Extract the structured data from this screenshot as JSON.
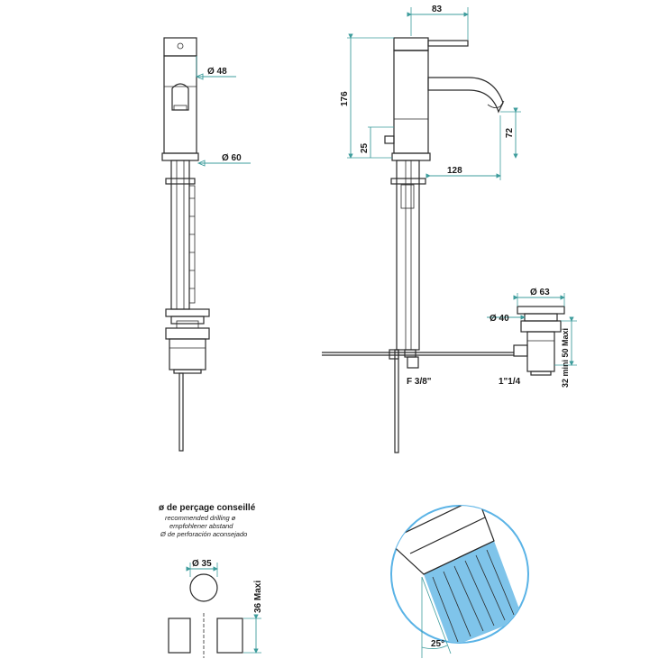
{
  "colors": {
    "line": "#2a2a2a",
    "dimension": "#3d9c9c",
    "spray": "#7fc4ea",
    "circle": "#5ab3e6",
    "hatch": "#6bb7b7",
    "text": "#1a1a1a"
  },
  "dimensions": {
    "top_width": "83",
    "height": "176",
    "inlet_height": "25",
    "spout_drop": "72",
    "reach": "128",
    "body_diameter": "Ø 48",
    "base_diameter": "Ø 60",
    "waste_outer": "Ø 63",
    "waste_inner": "Ø 40",
    "waste_clamp": "32 mini 50 Maxi",
    "hose_thread": "F 3/8\"",
    "waste_thread": "1\"1/4",
    "hole_diameter": "Ø 35",
    "hole_depth": "36 Maxi",
    "spray_angle": "25°"
  },
  "drilling_note": {
    "fr": "ø de perçage conseillé",
    "en": "recommended drilling ø",
    "de": "empfohlener abstand",
    "es": "Ø de perforación aconsejado"
  }
}
